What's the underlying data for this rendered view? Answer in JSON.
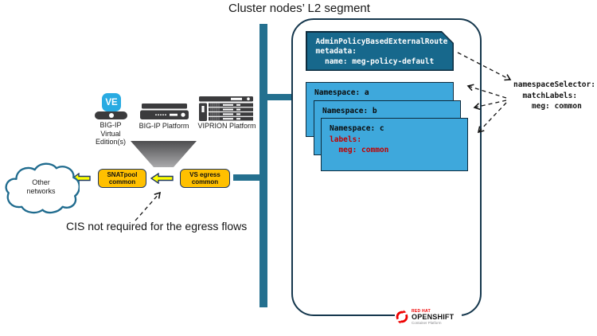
{
  "title": "Cluster nodes’ L2 segment",
  "policy_card": {
    "line1": "AdminPolicyBasedExternalRoute",
    "line2": "metadata:",
    "line3": "  name: meg-policy-default"
  },
  "namespaces": [
    {
      "name": "Namespace: a"
    },
    {
      "name": "Namespace: b"
    },
    {
      "name": "Namespace: c",
      "label_line1": "labels:",
      "label_line2": "  meg: common"
    }
  ],
  "selector": {
    "line1": "namespaceSelector:",
    "line2": "  matchLabels:",
    "line3": "    meg: common"
  },
  "cloud": {
    "line1": "Other",
    "line2": "networks"
  },
  "platforms": {
    "ve_badge": "VE",
    "ve_label1": "BIG-IP",
    "ve_label2": "Virtual",
    "ve_label3": "Edition(s)",
    "bigip_label": "BIG-IP Platform",
    "viprion_label": "VIPRION Platform"
  },
  "egress": {
    "snatpool_line1": "SNATpool",
    "snatpool_line2": "common",
    "vs_line1": "VS egress",
    "vs_line2": "common",
    "note": "CIS not required for the egress flows"
  },
  "logo": {
    "brand": "RED HAT",
    "product": "OPENSHIFT",
    "subtitle": "Container Platform"
  },
  "colors": {
    "teal_bar": "#24708F",
    "card_fill": "#17688C",
    "card_border": "#0D2B3D",
    "namespace_fill": "#3EA8DC",
    "container_border": "#15374D",
    "box_yellow": "#FFC000",
    "arrow_yellow": "#FFFF00",
    "navy_border": "#1F3864",
    "red_text": "#C00000",
    "redhat_red": "#EE0000",
    "ve_blue": "#29ABE2",
    "server_gray": "#3B3B3D"
  }
}
